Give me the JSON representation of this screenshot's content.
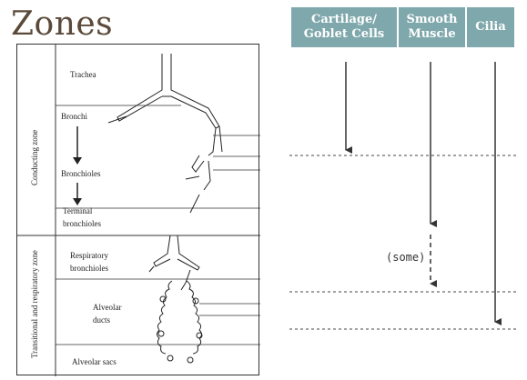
{
  "title": "Zones",
  "columns": [
    {
      "label": "Cartilage/\nGoblet Cells"
    },
    {
      "label": "Smooth\nMuscle"
    },
    {
      "label": "Cilia"
    }
  ],
  "annotation": "(some)",
  "figure": {
    "conducting_zone_label": "Conducting zone",
    "respiratory_zone_label": "Transitional and respiratory zone",
    "structures": {
      "trachea": "Trachea",
      "bronchi": "Bronchi",
      "bronchioles": "Bronchioles",
      "terminal_1": "Terminal",
      "terminal_2": "bronchioles",
      "respiratory_1": "Respiratory",
      "respiratory_2": "bronchioles",
      "alveolar_ducts_1": "Alveolar",
      "alveolar_ducts_2": "ducts",
      "alveolar_sacs": "Alveolar sacs"
    }
  },
  "colors": {
    "header_bg": "#7fa8ac",
    "header_text": "#ffffff",
    "title": "#5b4a3a"
  }
}
